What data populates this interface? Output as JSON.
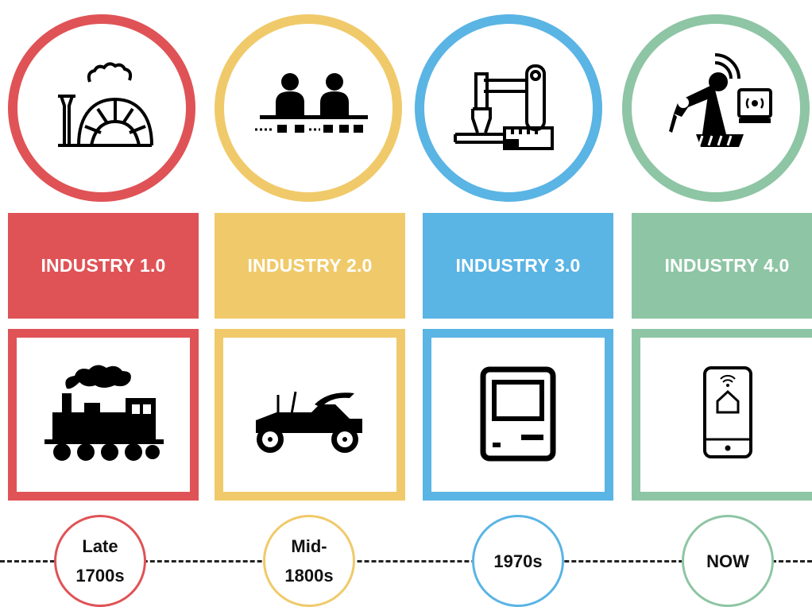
{
  "stages": [
    {
      "title": "INDUSTRY 1.0",
      "era": "Late\n1700s",
      "color": "#df5356",
      "top_icon": "factory-steam-engine-icon",
      "bottom_icon": "steam-locomotive-icon"
    },
    {
      "title": "INDUSTRY 2.0",
      "era": "Mid-\n1800s",
      "color": "#f0ca6a",
      "top_icon": "assembly-line-workers-icon",
      "bottom_icon": "vintage-car-icon"
    },
    {
      "title": "INDUSTRY 3.0",
      "era": "1970s",
      "color": "#5ab4e4",
      "top_icon": "robotic-arm-icon",
      "bottom_icon": "desktop-computer-icon"
    },
    {
      "title": "INDUSTRY 4.0",
      "era": "NOW",
      "color": "#8ec5a4",
      "top_icon": "smart-connected-robot-icon",
      "bottom_icon": "smart-home-phone-icon"
    }
  ]
}
